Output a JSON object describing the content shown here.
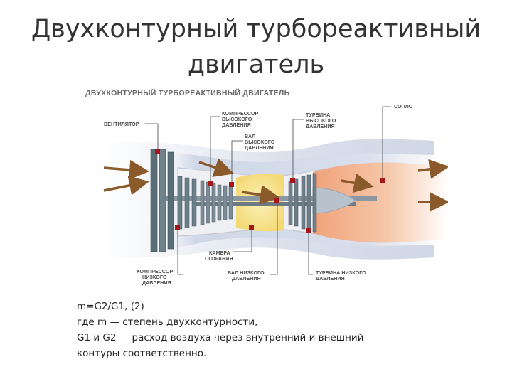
{
  "slide": {
    "title_line1": "Двухконтурный турбореактивный",
    "title_line2": "двигатель"
  },
  "diagram": {
    "heading": "ДВУХКОНТУРНЫЙ ТУРБОРЕАКТИВНЫЙ ДВИГАТЕЛЬ",
    "labels": {
      "fan": "ВЕНТИЛЯТОР",
      "hp_compressor": [
        "КОМПРЕССОР",
        "ВЫСОКОГО",
        "ДАВЛЕНИЯ"
      ],
      "hp_shaft": [
        "ВАЛ",
        "ВЫСОКОГО",
        "ДАВЛЕНИЯ"
      ],
      "hp_turbine": [
        "ТУРБИНА",
        "ВЫСОКОГО",
        "ДАВЛЕНИЯ"
      ],
      "nozzle": "СОПЛО",
      "lp_compressor": [
        "КОМПРЕССОР",
        "НИЗКОГО",
        "ДАВЛЕНИЯ"
      ],
      "combustor": [
        "КАМЕРА",
        "СГОРАНИЯ"
      ],
      "lp_shaft": [
        "ВАЛ НИЗКОГО",
        "ДАВЛЕНИЯ"
      ],
      "lp_turbine": [
        "ТУРБИНА НИЗКОГО",
        "ДАВЛЕНИЯ"
      ]
    },
    "colors": {
      "marker": "#a4161a",
      "blade": "#5a6e78",
      "arrow": "#8b5a2b",
      "hot_gas": "#f2b897",
      "combustion": "#f3df85",
      "bypass": "#c9d3e6",
      "shaft": "#7e8a93"
    }
  },
  "formula": {
    "line1": "m=G2/G1, (2)",
    "line2": "где m — степень двухконтурности,",
    "line3": "G1 и G2 — расход воздуха через внутренний и внешний",
    "line4": "контуры соответственно."
  }
}
